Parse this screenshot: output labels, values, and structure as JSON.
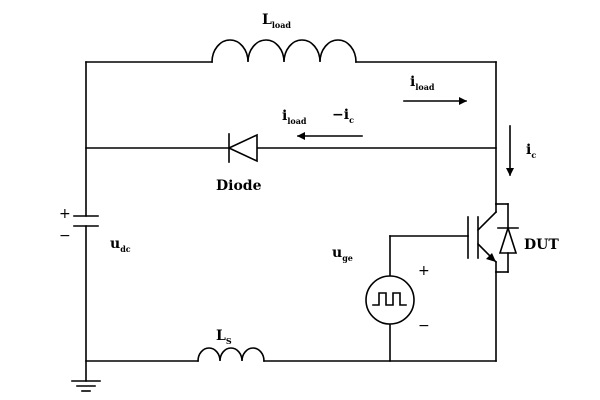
{
  "labels": {
    "inductor_load_main": "L",
    "inductor_load_sub": "load",
    "inductor_s_main": "L",
    "inductor_s_sub": "S",
    "diode": "Diode",
    "dut": "DUT",
    "udc_main": "u",
    "udc_sub": "dc",
    "uge_main": "u",
    "uge_sub": "ge",
    "iload_top_main": "i",
    "iload_top_sub": "load",
    "iload_mid_main": "i",
    "iload_mid_sub": "load",
    "minus_ic_main": "−i",
    "minus_ic_sub": "c",
    "ic_main": "i",
    "ic_sub": "c",
    "cap_plus": "+",
    "cap_minus": "−",
    "src_plus": "+",
    "src_minus": "−"
  }
}
